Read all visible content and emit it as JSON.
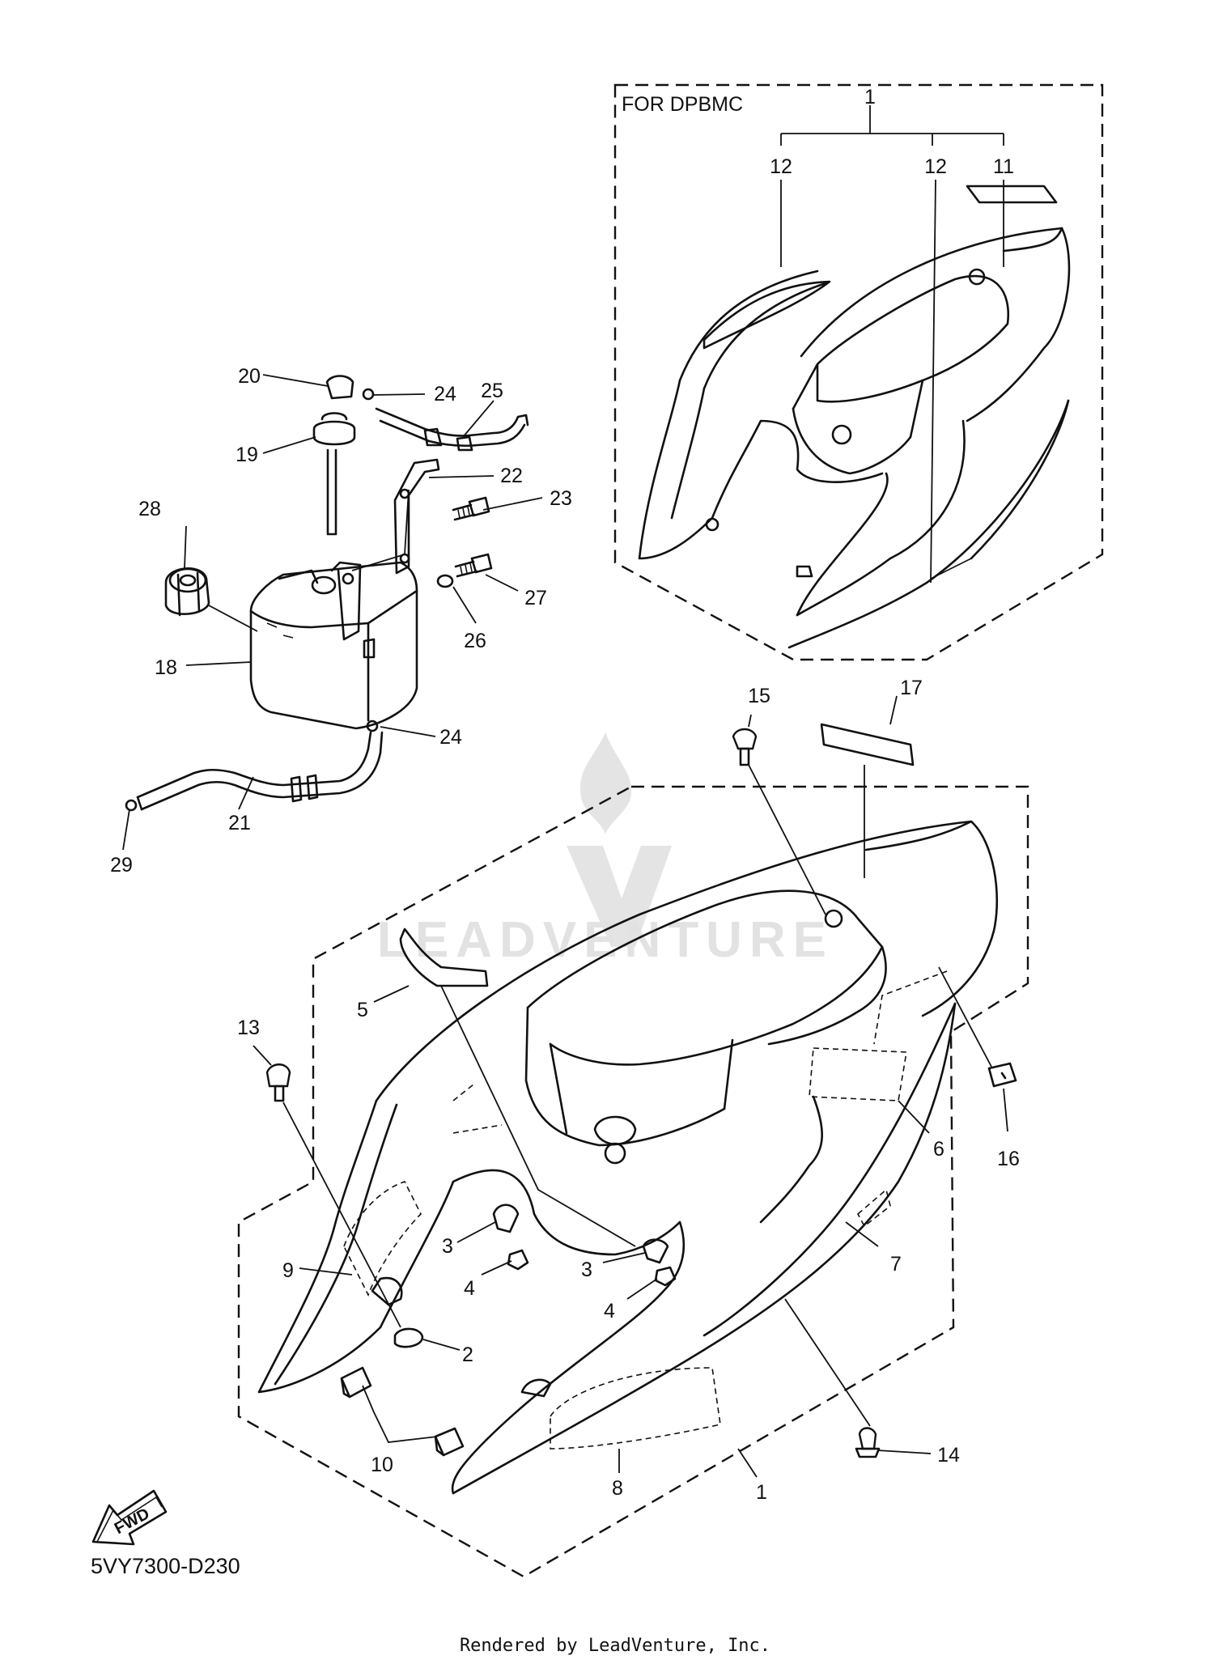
{
  "diagram": {
    "variant_label": "FOR DPBMC",
    "diagram_code": "5VY7300-D230",
    "fwd_label": "FWD",
    "watermark": "LEADVENTURE",
    "credit": "Rendered by LeadVenture, Inc."
  },
  "callouts": {
    "c1_top": "1",
    "c12_left": "12",
    "c12_right": "12",
    "c11": "11",
    "c20": "20",
    "c24_top": "24",
    "c25": "25",
    "c19": "19",
    "c22": "22",
    "c23": "23",
    "c28": "28",
    "c27": "27",
    "c18": "18",
    "c26": "26",
    "c24_bottom": "24",
    "c21": "21",
    "c29": "29",
    "c15": "15",
    "c17": "17",
    "c5": "5",
    "c13": "13",
    "c6": "6",
    "c16": "16",
    "c3_left": "3",
    "c3_right": "3",
    "c4_left": "4",
    "c4_right": "4",
    "c9": "9",
    "c7": "7",
    "c2": "2",
    "c10": "10",
    "c8": "8",
    "c1_bottom": "1",
    "c14": "14"
  }
}
